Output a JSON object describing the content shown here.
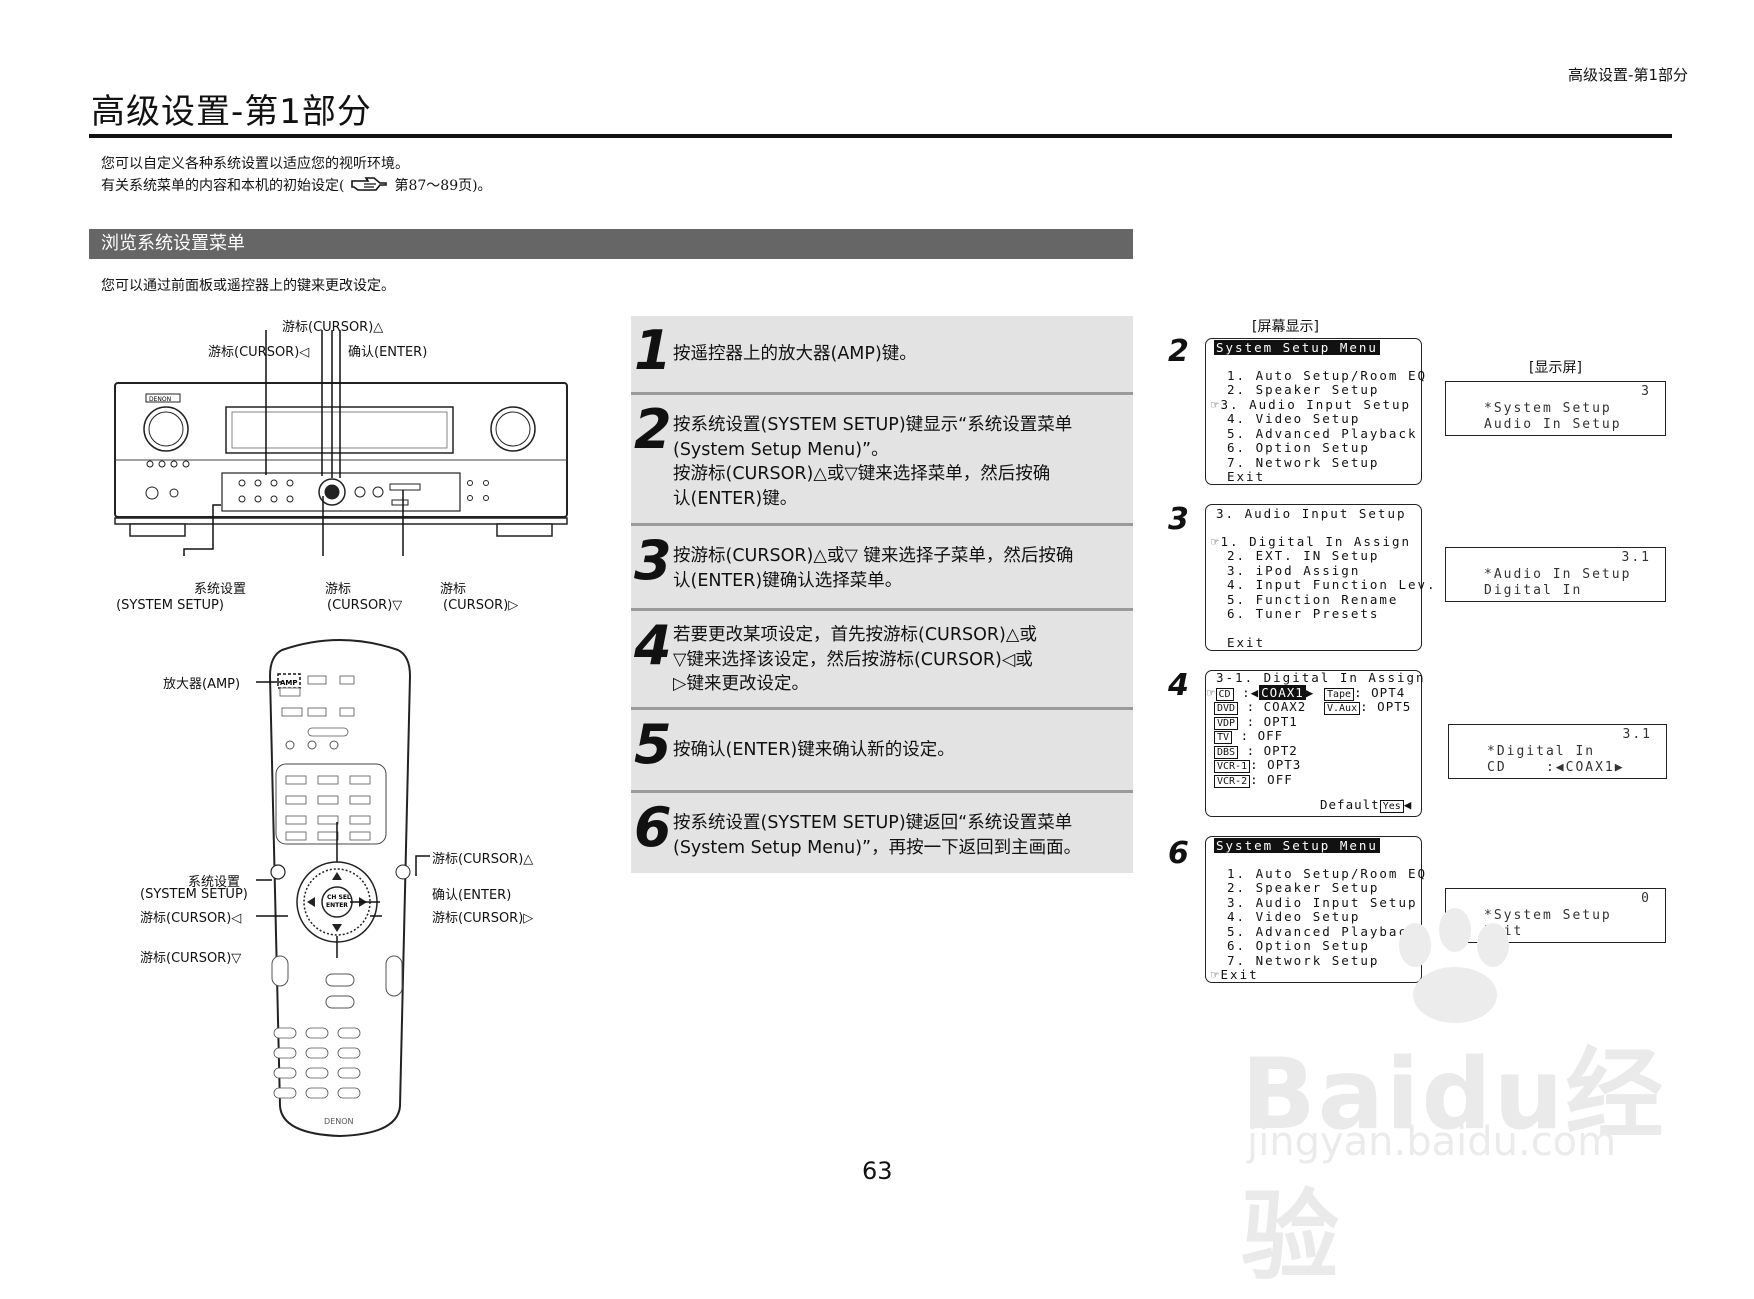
{
  "header": {
    "running_head": "高级设置-第1部分",
    "title": "高级设置-第1部分"
  },
  "intro": {
    "line1": "您可以自定义各种系统设置以适应您的视听环境。",
    "line2_prefix": "有关系统菜单的内容和本机的初始设定(",
    "line2_suffix": "第87～89页)。",
    "ref_icon": "pointing-hand-icon"
  },
  "section": {
    "title": "浏览系统设置菜单",
    "note": "您可以通过前面板或遥控器上的键来更改设定。"
  },
  "front_panel": {
    "labels": {
      "cursor_up": "游标(CURSOR)△",
      "cursor_left": "游标(CURSOR)◁",
      "enter": "确认(ENTER)",
      "system_setup": "系统设置",
      "system_setup_en": "(SYSTEM SETUP)",
      "cursor_down": "游标",
      "cursor_down_en": "(CURSOR)▽",
      "cursor_right": "游标",
      "cursor_right_en": "(CURSOR)▷"
    },
    "brand": "DENON"
  },
  "remote": {
    "labels": {
      "amp": "放大器(AMP)",
      "cursor_up": "游标(CURSOR)△",
      "system_setup": "系统设置",
      "system_setup_en": "(SYSTEM SETUP)",
      "enter": "确认(ENTER)",
      "cursor_left": "游标(CURSOR)◁",
      "cursor_right": "游标(CURSOR)▷",
      "cursor_down": "游标(CURSOR)▽"
    },
    "brand": "DENON"
  },
  "steps": [
    {
      "num": "1",
      "lines": [
        "按遥控器上的放大器(AMP)键。"
      ]
    },
    {
      "num": "2",
      "lines": [
        "按系统设置(SYSTEM  SETUP)键显示“系统设置菜单",
        "(System Setup Menu)”。",
        "按游标(CURSOR)△或▽键来选择菜单，然后按确",
        "认(ENTER)键。"
      ]
    },
    {
      "num": "3",
      "lines": [
        "按游标(CURSOR)△或▽ 键来选择子菜单，然后按确",
        "认(ENTER)键确认选择菜单。"
      ]
    },
    {
      "num": "4",
      "lines": [
        "若要更改某项设定，首先按游标(CURSOR)△或",
        "▽键来选择该设定，然后按游标(CURSOR)◁或",
        "▷键来更改设定。"
      ]
    },
    {
      "num": "5",
      "lines": [
        "按确认(ENTER)键来确认新的设定。"
      ]
    },
    {
      "num": "6",
      "lines": [
        "按系统设置(SYSTEM  SETUP)键返回“系统设置菜单",
        "(System Setup Menu)”，再按一下返回到主画面。"
      ]
    }
  ],
  "screens": {
    "osd_heading": "[屏幕显示]",
    "fl_heading": "[显示屏]",
    "panels": [
      {
        "num": "2",
        "osd_title": "System Setup Menu",
        "osd_items": [
          "1. Auto Setup/Room EQ",
          "2. Speaker Setup",
          "3. Audio Input Setup",
          "4. Video Setup",
          "5. Advanced Playback",
          "6. Option Setup",
          "7. Network Setup",
          "Exit"
        ],
        "fl_num": "3",
        "fl_lines": [
          "*System Setup",
          "Audio In Setup"
        ]
      },
      {
        "num": "3",
        "osd_title": "3. Audio Input Setup",
        "osd_items": [
          "1. Digital In Assign",
          "2. EXT. IN Setup",
          "3. iPod Assign",
          "4. Input Function Lev.",
          "5. Function Rename",
          "6. Tuner Presets",
          "",
          "Exit"
        ],
        "fl_num": "3.1",
        "fl_lines": [
          "*Audio In Setup",
          "Digital In"
        ]
      },
      {
        "num": "4",
        "osd_title": "3-1. Digital In Assign",
        "assign_left": [
          {
            "tag": "CD",
            "val": "COAX1"
          },
          {
            "tag": "DVD",
            "val": "COAX2"
          },
          {
            "tag": "VDP",
            "val": "OPT1"
          },
          {
            "tag": "TV",
            "val": "OFF"
          },
          {
            "tag": "DBS",
            "val": "OPT2"
          },
          {
            "tag": "VCR-1",
            "val": "OPT3"
          },
          {
            "tag": "VCR-2",
            "val": "OFF"
          }
        ],
        "assign_right": [
          {
            "tag": "Tape",
            "val": "OPT4"
          },
          {
            "tag": "V.Aux",
            "val": "OPT5"
          }
        ],
        "default_label": "Default",
        "default_value": "Yes",
        "fl_num": "3.1",
        "fl_lines": [
          "*Digital In",
          "CD    :◀COAX1▶"
        ]
      },
      {
        "num": "6",
        "osd_title": "System Setup Menu",
        "osd_items": [
          "1. Auto Setup/Room EQ",
          "2. Speaker Setup",
          "3. Audio Input Setup",
          "4. Video Setup",
          "5. Advanced Playback",
          "6. Option Setup",
          "7. Network Setup",
          "Exit"
        ],
        "fl_num": "0",
        "fl_lines": [
          "*System Setup",
          "Exit"
        ]
      }
    ]
  },
  "page_number": "63",
  "watermark": {
    "line1": "Baidu经验",
    "line2": "jingyan.baidu.com"
  }
}
